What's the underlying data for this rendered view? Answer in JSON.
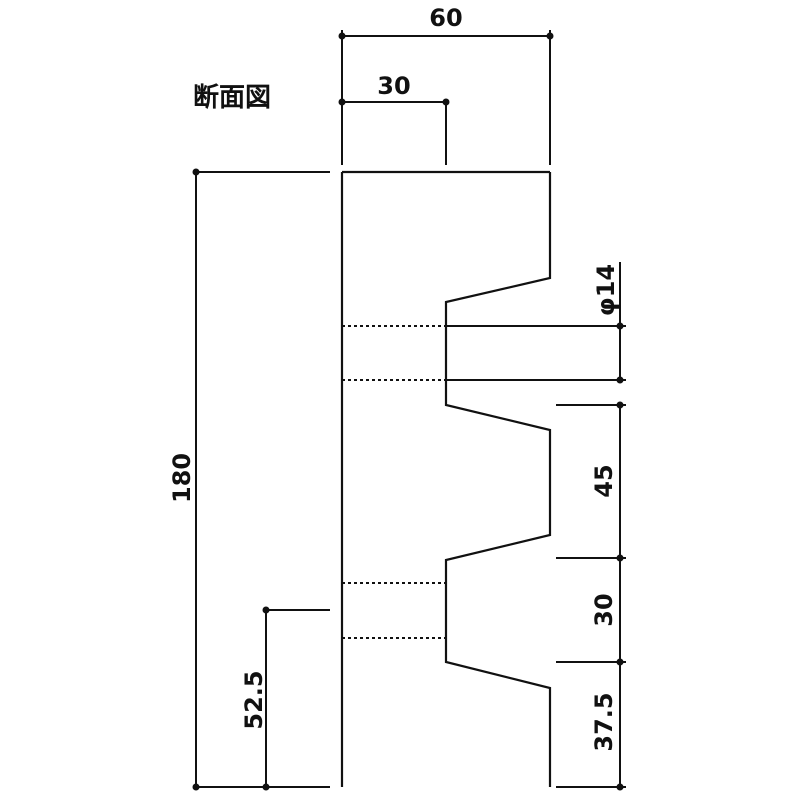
{
  "drawing": {
    "title": "断面図",
    "dimensions": {
      "overall_width": "60",
      "half_width": "30",
      "overall_height": "180",
      "hole_diameter": "φ14",
      "pitch_upper": "45",
      "groove_width": "30",
      "bottom_offset": "37.5",
      "left_offset": "52.5"
    }
  }
}
